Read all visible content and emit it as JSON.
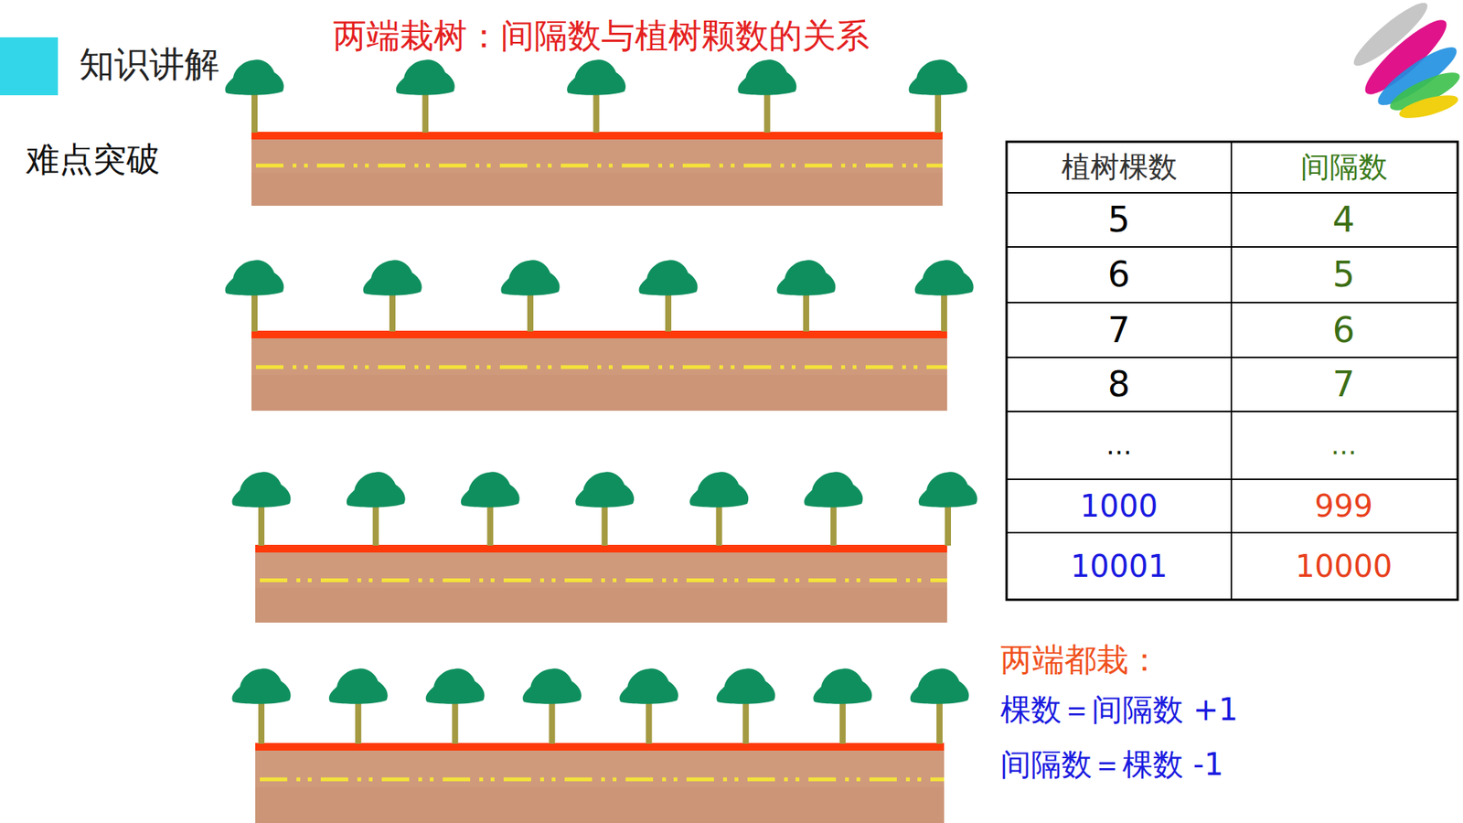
{
  "diagram": {
    "title": "两端栽树：间隔数与植树颗数的关系",
    "labels": [
      "知识讲解",
      "难点突破",
      "植树棵数",
      "间隔数",
      "5",
      "4",
      "6",
      "5",
      "7",
      "6",
      "8",
      "7",
      "…",
      "…",
      "1000",
      "999",
      "10001",
      "10000",
      "两端都栽：",
      "棵数＝间隔数 +1",
      "间隔数＝棵数 -1"
    ]
  }
}
